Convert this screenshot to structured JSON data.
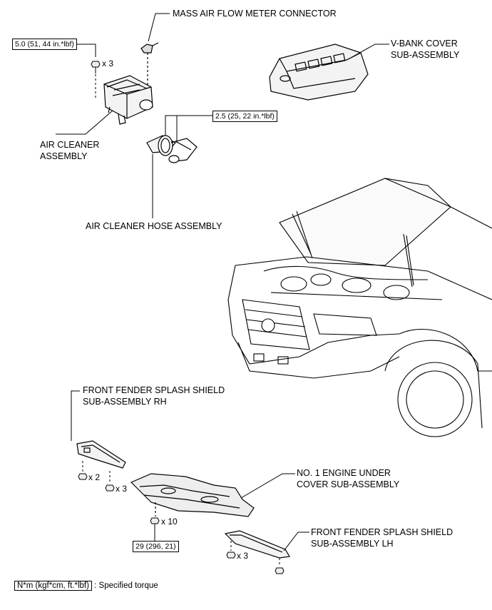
{
  "labels": {
    "maf_connector": "MASS AIR FLOW METER CONNECTOR",
    "vbank_cover_1": "V-BANK COVER",
    "vbank_cover_2": "SUB-ASSEMBLY",
    "air_cleaner_1": "AIR CLEANER",
    "air_cleaner_2": "ASSEMBLY",
    "hose": "AIR CLEANER HOSE ASSEMBLY",
    "fender_rh_1": "FRONT FENDER SPLASH SHIELD",
    "fender_rh_2": "SUB-ASSEMBLY RH",
    "under_cover_1": "NO. 1 ENGINE UNDER",
    "under_cover_2": "COVER SUB-ASSEMBLY",
    "fender_lh_1": "FRONT FENDER SPLASH SHIELD",
    "fender_lh_2": "SUB-ASSEMBLY LH"
  },
  "torques": {
    "air_cleaner_bolt": "5.0 (51, 44 in.*lbf)",
    "hose_clamp": "2.5 (25, 22 in.*lbf)",
    "under_cover_bolt": "29 (296, 21)"
  },
  "counts": {
    "air_cleaner_bolts": "x 3",
    "rh_bolts_a": "x 2",
    "rh_bolts_b": "x 3",
    "under_cover_bolts": "x 10",
    "lh_bolts": "x 3"
  },
  "legend": {
    "unit": "N*m (kgf*cm, ft.*lbf)",
    "text": ": Specified torque"
  }
}
